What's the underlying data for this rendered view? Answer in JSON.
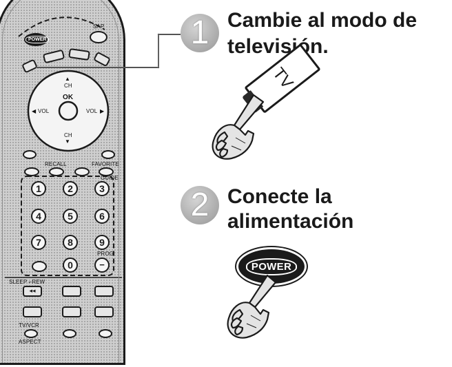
{
  "remote": {
    "power_label": "POWER",
    "sap_label": "SAP",
    "ch_up_label": "CH",
    "ch_down_label": "CH",
    "ok_label": "OK",
    "vol_left_label": "VOL",
    "vol_right_label": "VOL",
    "recall_label": "RECALL",
    "favorite_label": "FAVORITE",
    "guide_label": "GUIDE",
    "digits": [
      "1",
      "2",
      "3",
      "4",
      "5",
      "6",
      "7",
      "8",
      "9"
    ],
    "zero": "0",
    "prog_label": "PROG",
    "sleep_rew_label": "SLEEP ⌐REW",
    "tvvcr_label": "TV/VCR",
    "aspect_label": "ASPECT"
  },
  "steps": [
    {
      "number": "1",
      "title_line1": "Cambie al modo de",
      "title_line2": "televisión.",
      "button_label": "TV"
    },
    {
      "number": "2",
      "title_line1": "Conecte la",
      "title_line2": "alimentación",
      "button_label": "POWER"
    }
  ],
  "colors": {
    "remote_body": "#cfcfcf",
    "outline": "#1b1b1b",
    "step_circle": "#a9a9a9"
  },
  "icons": [
    "hand-pointer-icon",
    "tv-button-icon",
    "power-button-icon"
  ]
}
